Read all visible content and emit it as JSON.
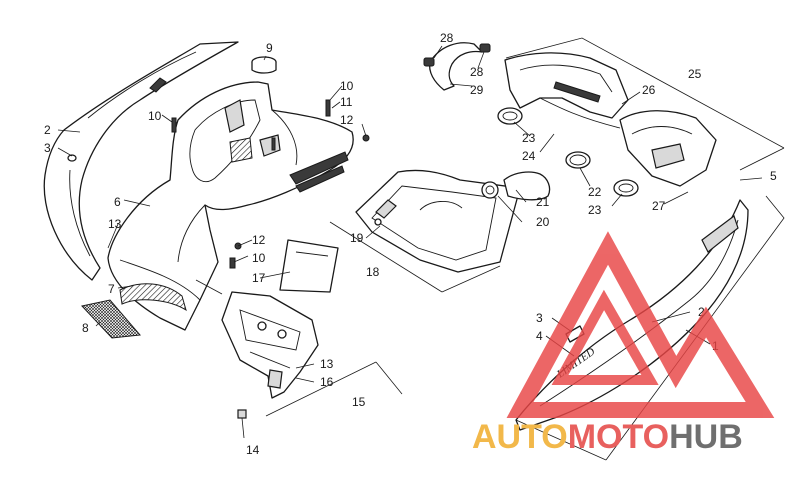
{
  "callouts": {
    "c1": "1",
    "c2a": "2",
    "c2b": "2",
    "c3a": "3",
    "c3b": "3",
    "c4": "4",
    "c5": "5",
    "c6": "6",
    "c7": "7",
    "c8": "8",
    "c9": "9",
    "c10a": "10",
    "c10b": "10",
    "c10c": "10",
    "c11": "11",
    "c12a": "12",
    "c12b": "12",
    "c13a": "13",
    "c13b": "13",
    "c14": "14",
    "c15": "15",
    "c16": "16",
    "c17": "17",
    "c18": "18",
    "c19": "19",
    "c20": "20",
    "c21": "21",
    "c22": "22",
    "c23a": "23",
    "c23b": "23",
    "c24": "24",
    "c25": "25",
    "c26": "26",
    "c27": "27",
    "c28a": "28",
    "c28b": "28",
    "c29": "29"
  },
  "decal_text": "LIMITED",
  "watermark": {
    "auto": "AUTO",
    "moto": "MOTO",
    "hub": "HUB",
    "colors": {
      "auto": "#f2b84a",
      "moto": "#e8605e",
      "hub": "#6f6f6f",
      "logo": "#e84545"
    }
  }
}
